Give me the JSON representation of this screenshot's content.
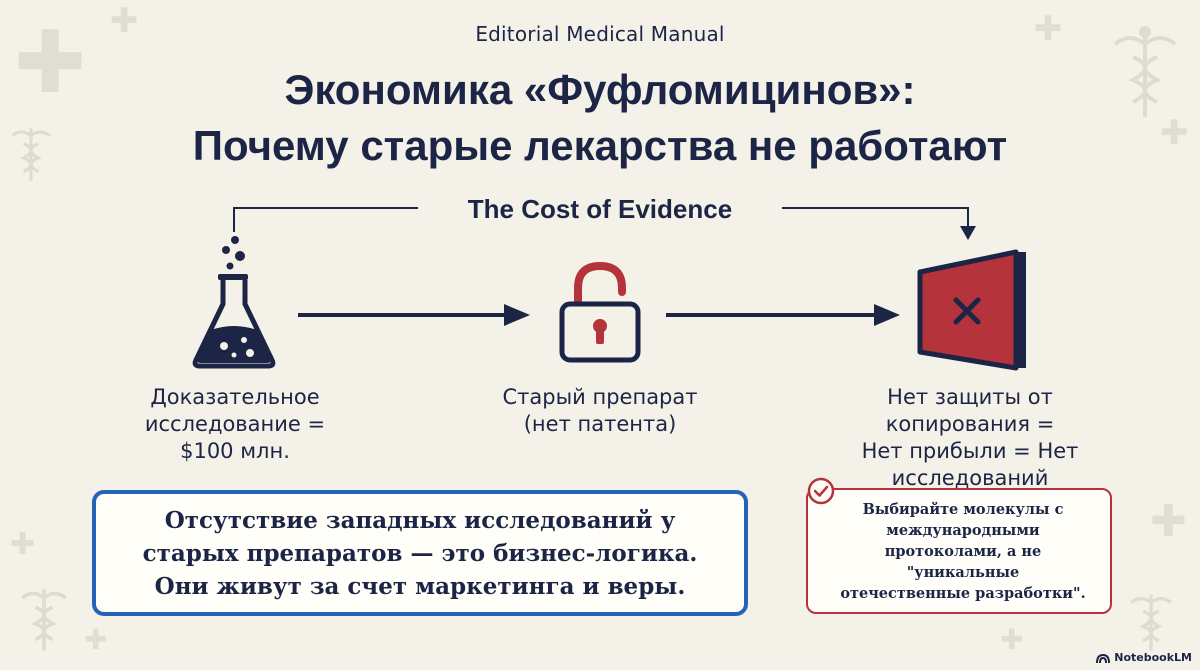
{
  "header": {
    "subtitle": "Editorial Medical Manual",
    "title_line1": "Экономика «Фуфломицинов»:",
    "title_line2": "Почему старые лекарства не работают"
  },
  "flow": {
    "label": "The Cost of Evidence",
    "steps": [
      {
        "icon": "flask-icon",
        "label_lines": [
          "Доказательное",
          "исследование =",
          "$100 млн."
        ]
      },
      {
        "icon": "unlocked-padlock-icon",
        "label_lines": [
          "Старый препарат",
          "(нет патента)"
        ]
      },
      {
        "icon": "blocked-door-icon",
        "label_lines": [
          "Нет защиты от",
          "копирования =",
          "Нет прибыли = Нет",
          "исследований"
        ]
      }
    ]
  },
  "note": {
    "lines": [
      "Отсутствие западных исследований у",
      "старых препаратов — это бизнес-логика.",
      "Они живут за счет маркетинга и веры."
    ]
  },
  "tip": {
    "lines": [
      "Выбирайте молекулы с",
      "международными",
      "протоколами, а не",
      "\"уникальные",
      "отечественные разработки\"."
    ]
  },
  "brand": {
    "label": "NotebookLM"
  },
  "colors": {
    "navy": "#1c2545",
    "red": "#b5333a",
    "blue_border": "#2563b8",
    "background": "#f4f1e8"
  }
}
